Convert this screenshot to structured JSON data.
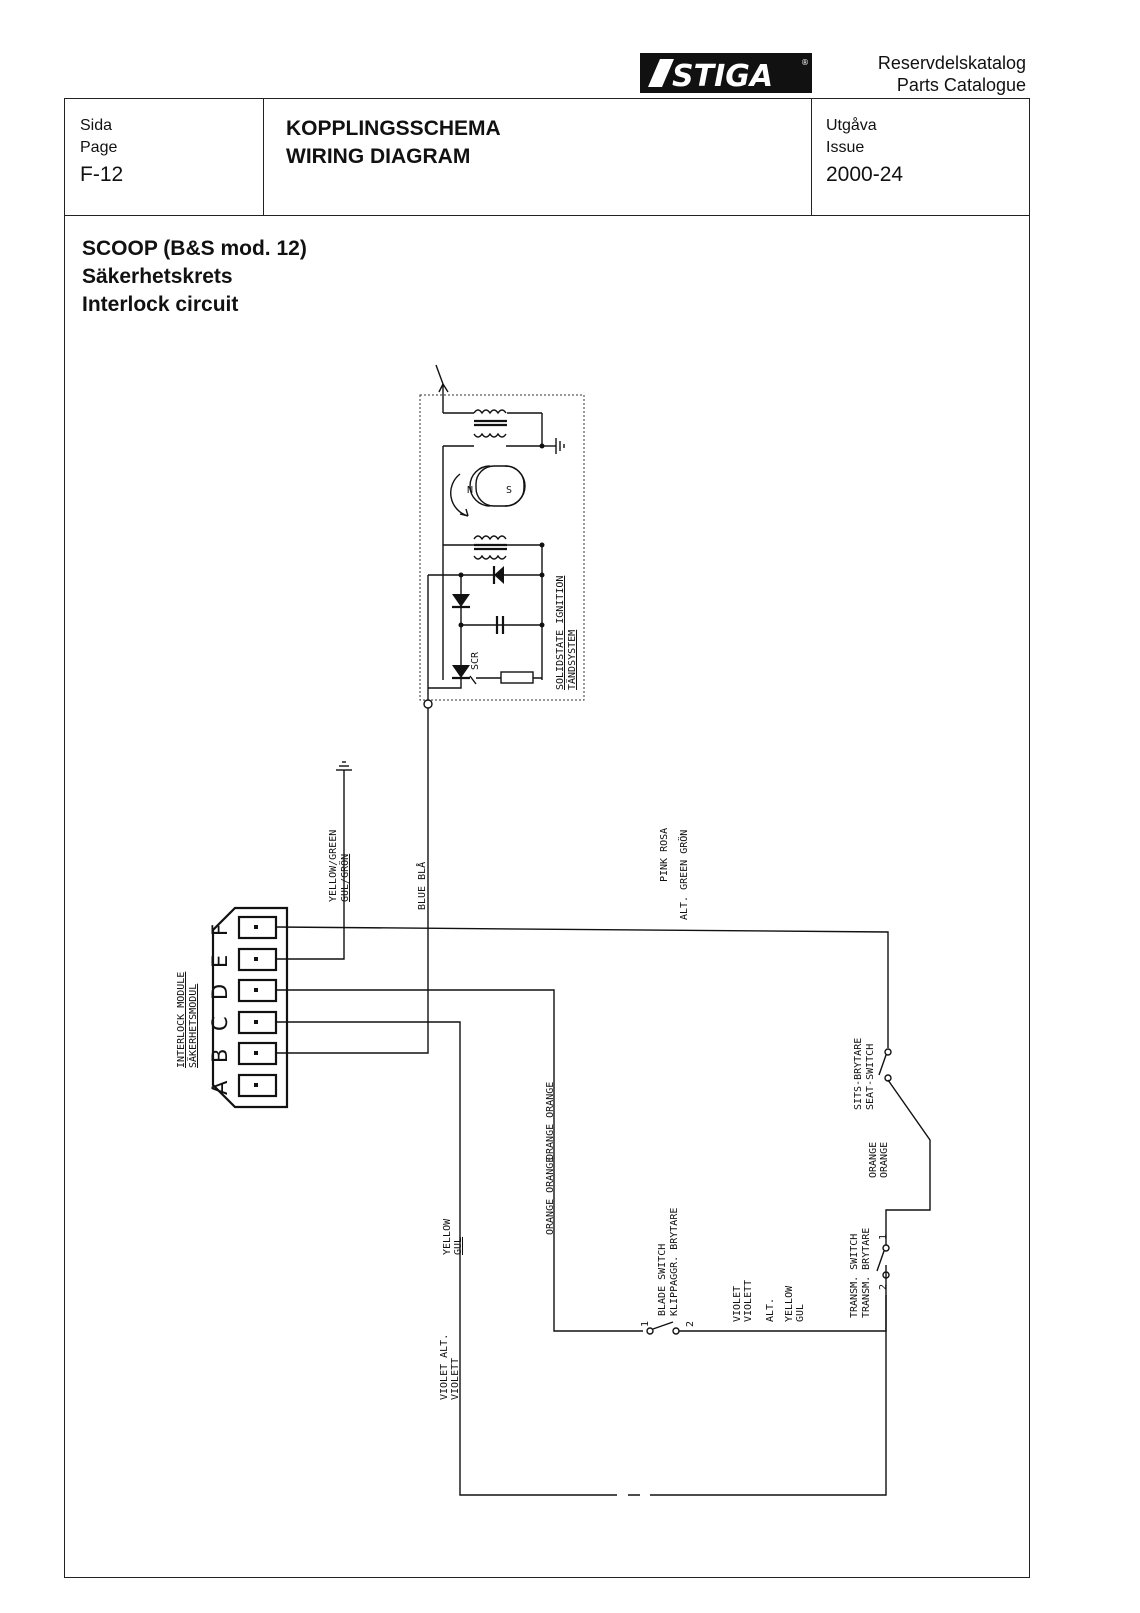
{
  "header": {
    "brand": "STIGA",
    "registered_mark": "®",
    "catalog_sv": "Reservdelskatalog",
    "catalog_en": "Parts Catalogue"
  },
  "table": {
    "page_label_sv": "Sida",
    "page_label_en": "Page",
    "page_value": "F-12",
    "title_sv": "KOPPLINGSSCHEMA",
    "title_en": "WIRING DIAGRAM",
    "issue_label_sv": "Utgåva",
    "issue_label_en": "Issue",
    "issue_value": "2000-24"
  },
  "section": {
    "model": "SCOOP (B&S mod. 12)",
    "title_sv": "Säkerhetskrets",
    "title_en": "Interlock circuit"
  },
  "diagram": {
    "ignition_en": "SOLIDSTATE IGNITION",
    "ignition_sv": "TÄNDSYSTEM",
    "scr": "SCR",
    "magnet_n": "N",
    "magnet_s": "S",
    "module_en": "INTERLOCK MODULE",
    "module_sv": "SÄKERHETSMODUL",
    "pins": [
      "A",
      "B",
      "C",
      "D",
      "E",
      "F"
    ],
    "yellow_green_en": "YELLOW/GREEN",
    "yellow_green_sv": "GUL/GRÖN",
    "blue": "BLUE  BLÅ",
    "pink": "PINK  ROSA",
    "alt_green": "ALT. GREEN GRÖN",
    "seat_sv": "SITS-BRYTARE",
    "seat_en": "SEAT-SWITCH",
    "orange_top": "ORANGE  ORANGE",
    "orange_left": "ORANGE  ORANGE",
    "orange_right_1": "ORANGE",
    "orange_right_2": "ORANGE",
    "yellow_1": "YELLOW",
    "yellow_2": "GUL",
    "violet_1": "VIOLET  ALT.",
    "violet_2": "VIOLETT",
    "blade_en": "BLADE SWITCH",
    "blade_sv": "KLIPPAGGR. BRYTARE",
    "violet_mid_1": "VIOLET",
    "violet_mid_2": "VIOLETT",
    "alt_mid": "ALT.",
    "yellow_mid_1": "YELLOW",
    "yellow_mid_2": "GUL",
    "transm_en": "TRANSM. SWITCH",
    "transm_sv": "TRANSM. BRYTARE",
    "term_1": "1",
    "term_2": "2"
  }
}
